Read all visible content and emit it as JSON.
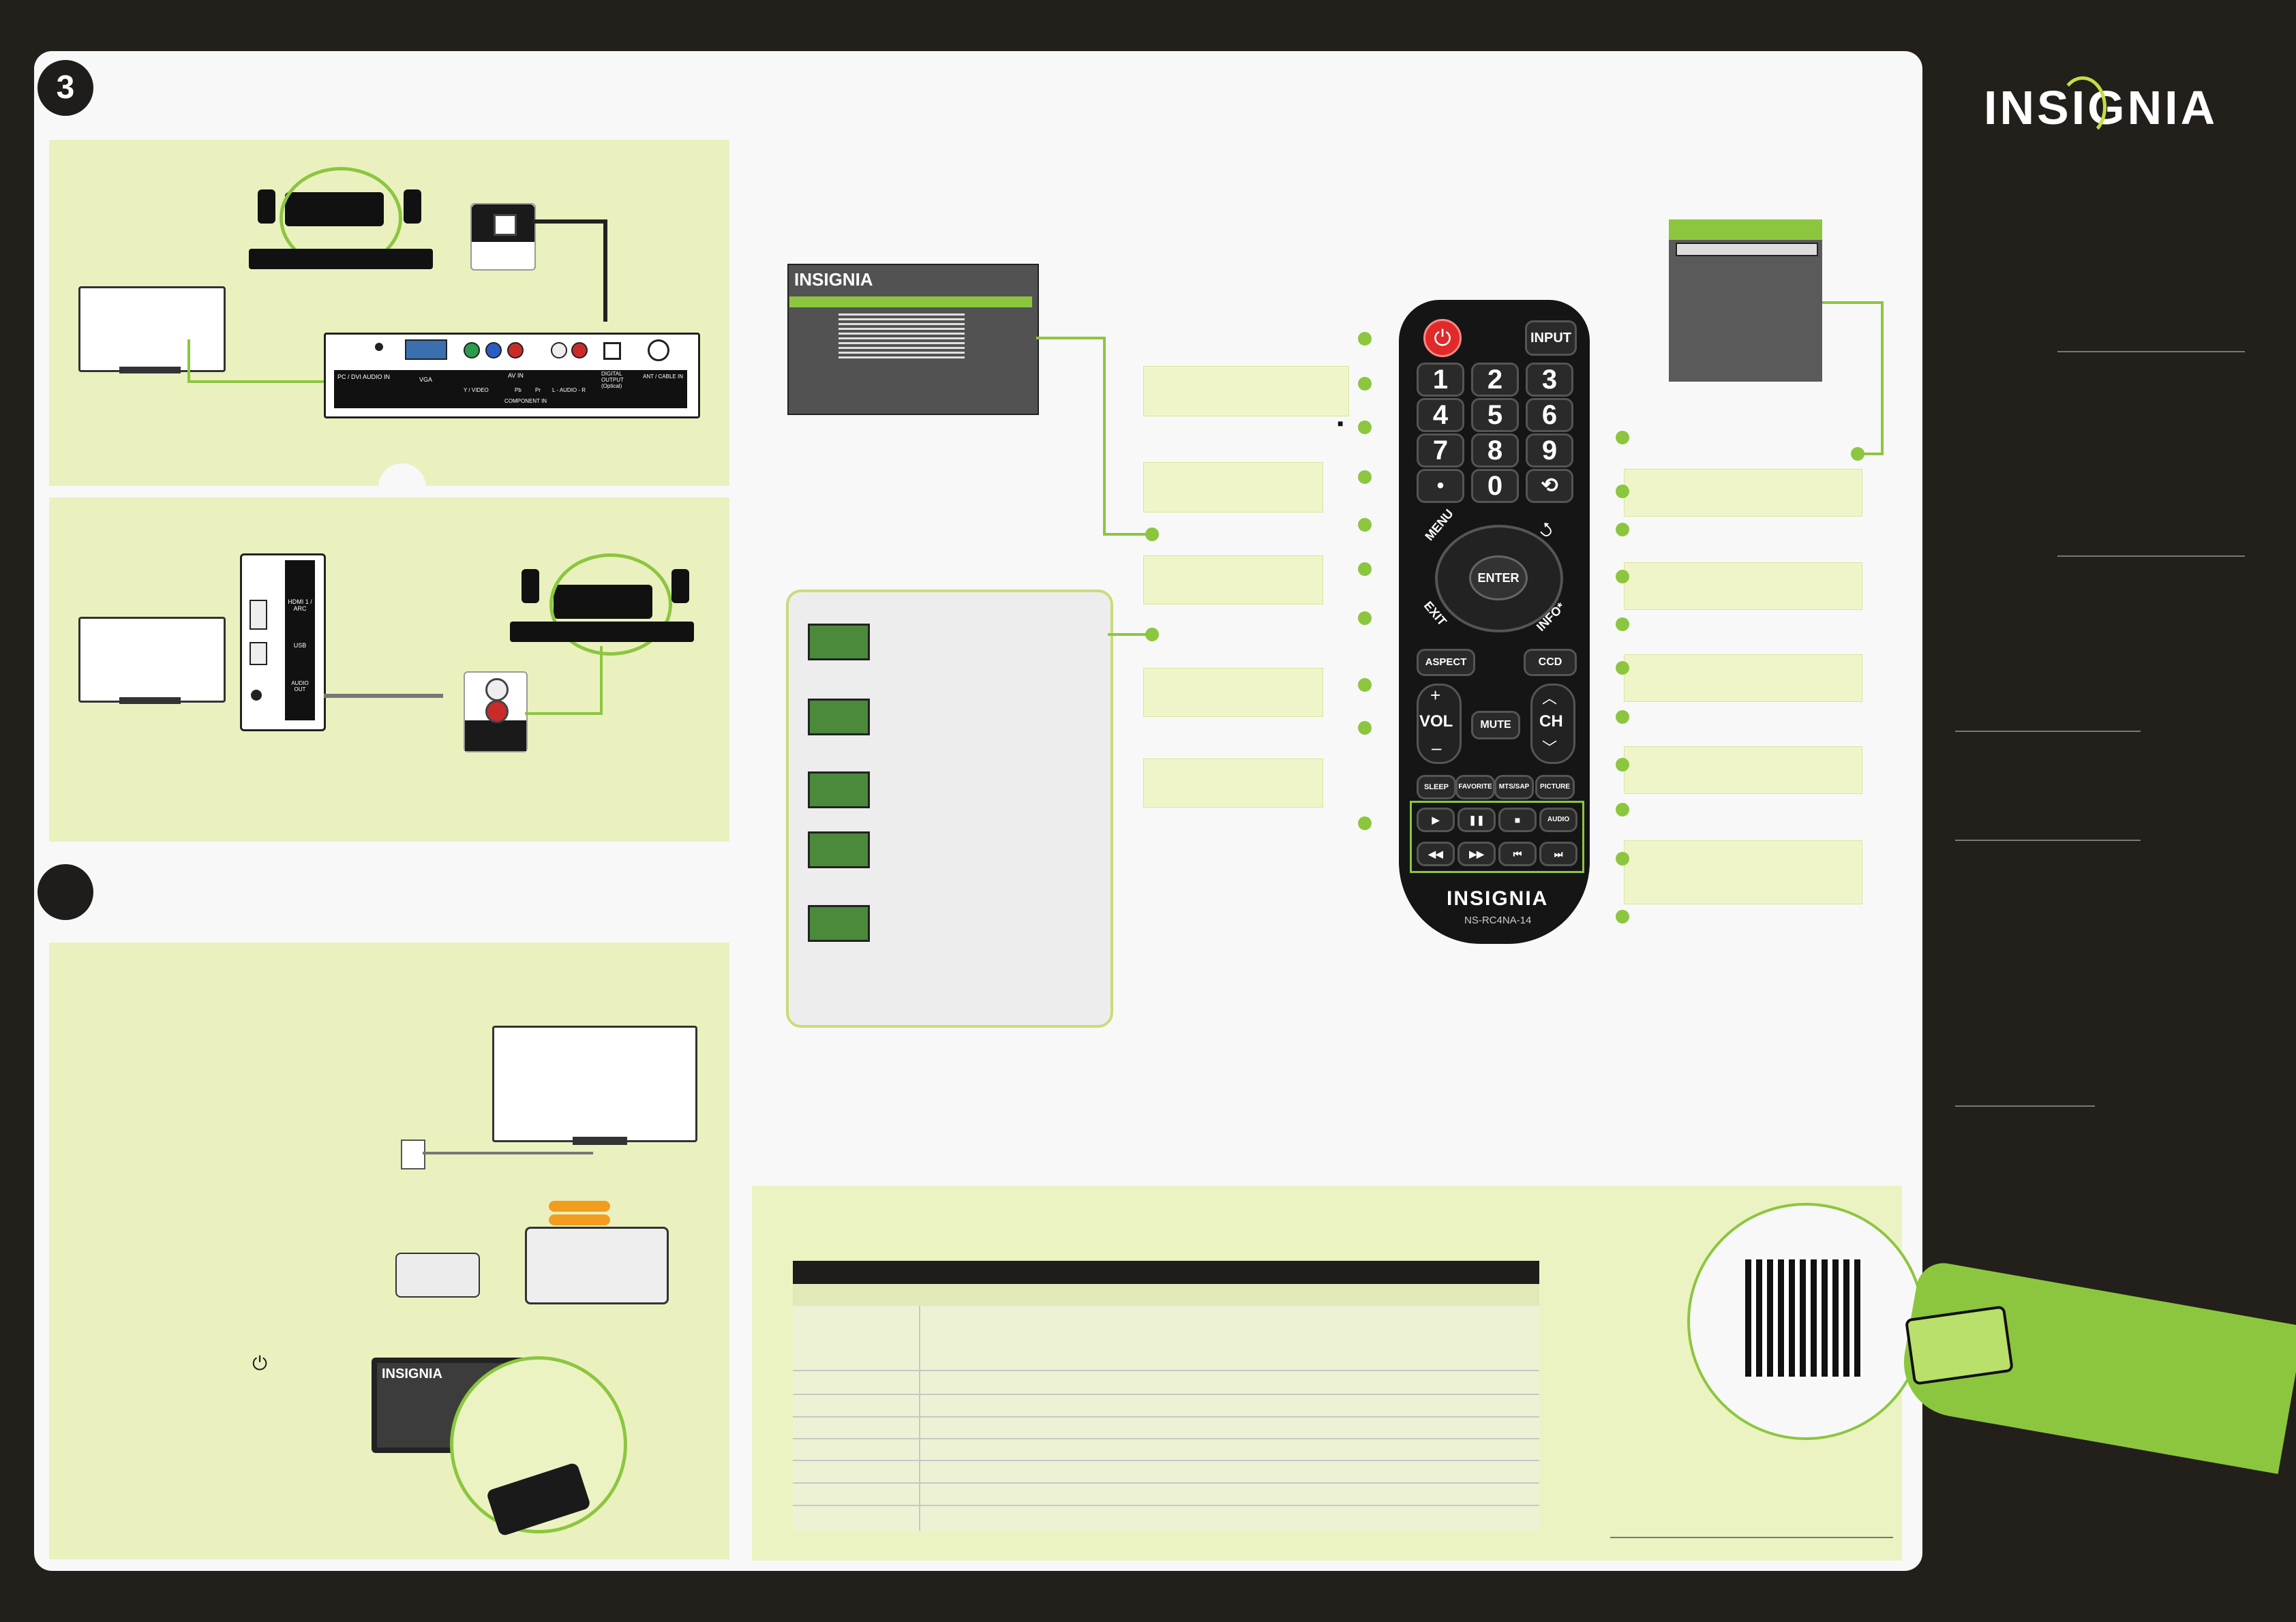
{
  "steps": {
    "step3": "3"
  },
  "brand": {
    "logo": "INSIGNIA",
    "remote_logo": "INSIGNIA",
    "remote_model": "NS-RC4NA-14",
    "menu_logo": "INSIGNIA",
    "tv_logo": "INSIGNIA"
  },
  "remote": {
    "power_icon": "power-icon",
    "input": "INPUT",
    "digits": [
      "1",
      "2",
      "3",
      "4",
      "5",
      "6",
      "7",
      "8",
      "9"
    ],
    "dot": "•",
    "zero": "0",
    "menu": "MENU",
    "enter": "ENTER",
    "exit": "EXIT",
    "info": "INFO*",
    "aspect": "ASPECT",
    "ccd": "CCD",
    "vol": "VOL",
    "ch": "CH",
    "mute": "MUTE",
    "plus": "+",
    "minus": "–",
    "sleep": "SLEEP",
    "favorite": "FAVORITE",
    "mtssap": "MTS/SAP",
    "picture": "PICTURE",
    "audio": "AUDIO"
  },
  "ports": {
    "pc_dvi": "PC / DVI AUDIO IN",
    "vga": "VGA",
    "av_in": "AV IN",
    "component": "COMPONENT IN",
    "y_video": "Y / VIDEO",
    "pb": "Pb",
    "pr": "Pr",
    "audio": "L - AUDIO - R",
    "digital": "DIGITAL OUTPUT (Optical)",
    "ant": "ANT / CABLE IN",
    "hdmi": "HDMI 1 / ARC",
    "usb": "USB",
    "audio_out": "AUDIO OUT"
  },
  "misc": {
    "small_square": "■"
  }
}
